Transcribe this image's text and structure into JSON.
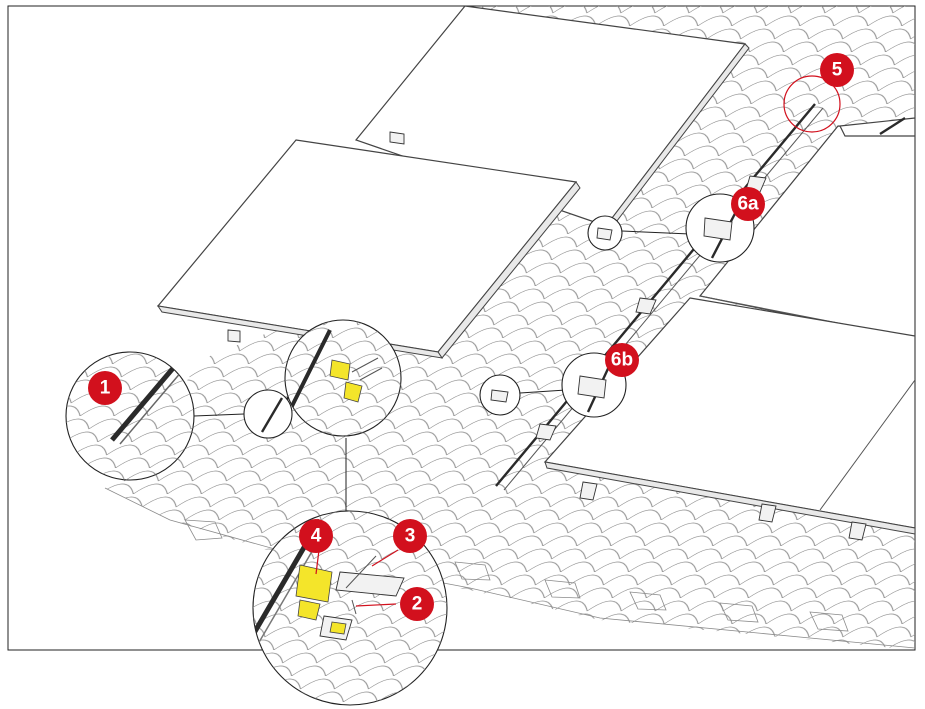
{
  "callouts": {
    "c1": "1",
    "c2": "2",
    "c3": "3",
    "c4": "4",
    "c5": "5",
    "c6a": "6a",
    "c6b": "6b"
  },
  "colors": {
    "badge": "#d2101d",
    "highlight": "#f4e52a",
    "line": "#555555"
  },
  "icons": [
    "solar-panel",
    "mounting-rail",
    "roof-hook",
    "module-clamp"
  ]
}
